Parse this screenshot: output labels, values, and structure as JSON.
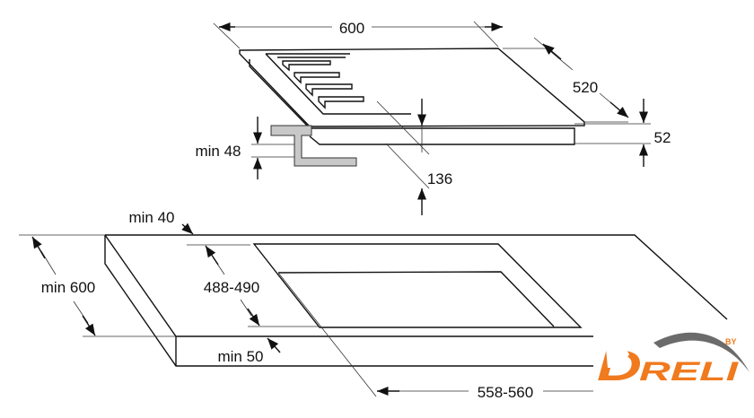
{
  "hob_dimensions": {
    "width": "600",
    "depth": "520",
    "thickness": "52",
    "min_clearance": "min 48",
    "depth_below": "136"
  },
  "cutout_dimensions": {
    "min_back": "min 40",
    "min_depth": "min 600",
    "cutout_depth": "488-490",
    "min_front": "min 50",
    "cutout_width": "558-560"
  },
  "logo": {
    "text": "DRELI",
    "by": "BY",
    "colors": {
      "primary": "#f07a1e",
      "swoosh": "#6b6b6b"
    }
  }
}
